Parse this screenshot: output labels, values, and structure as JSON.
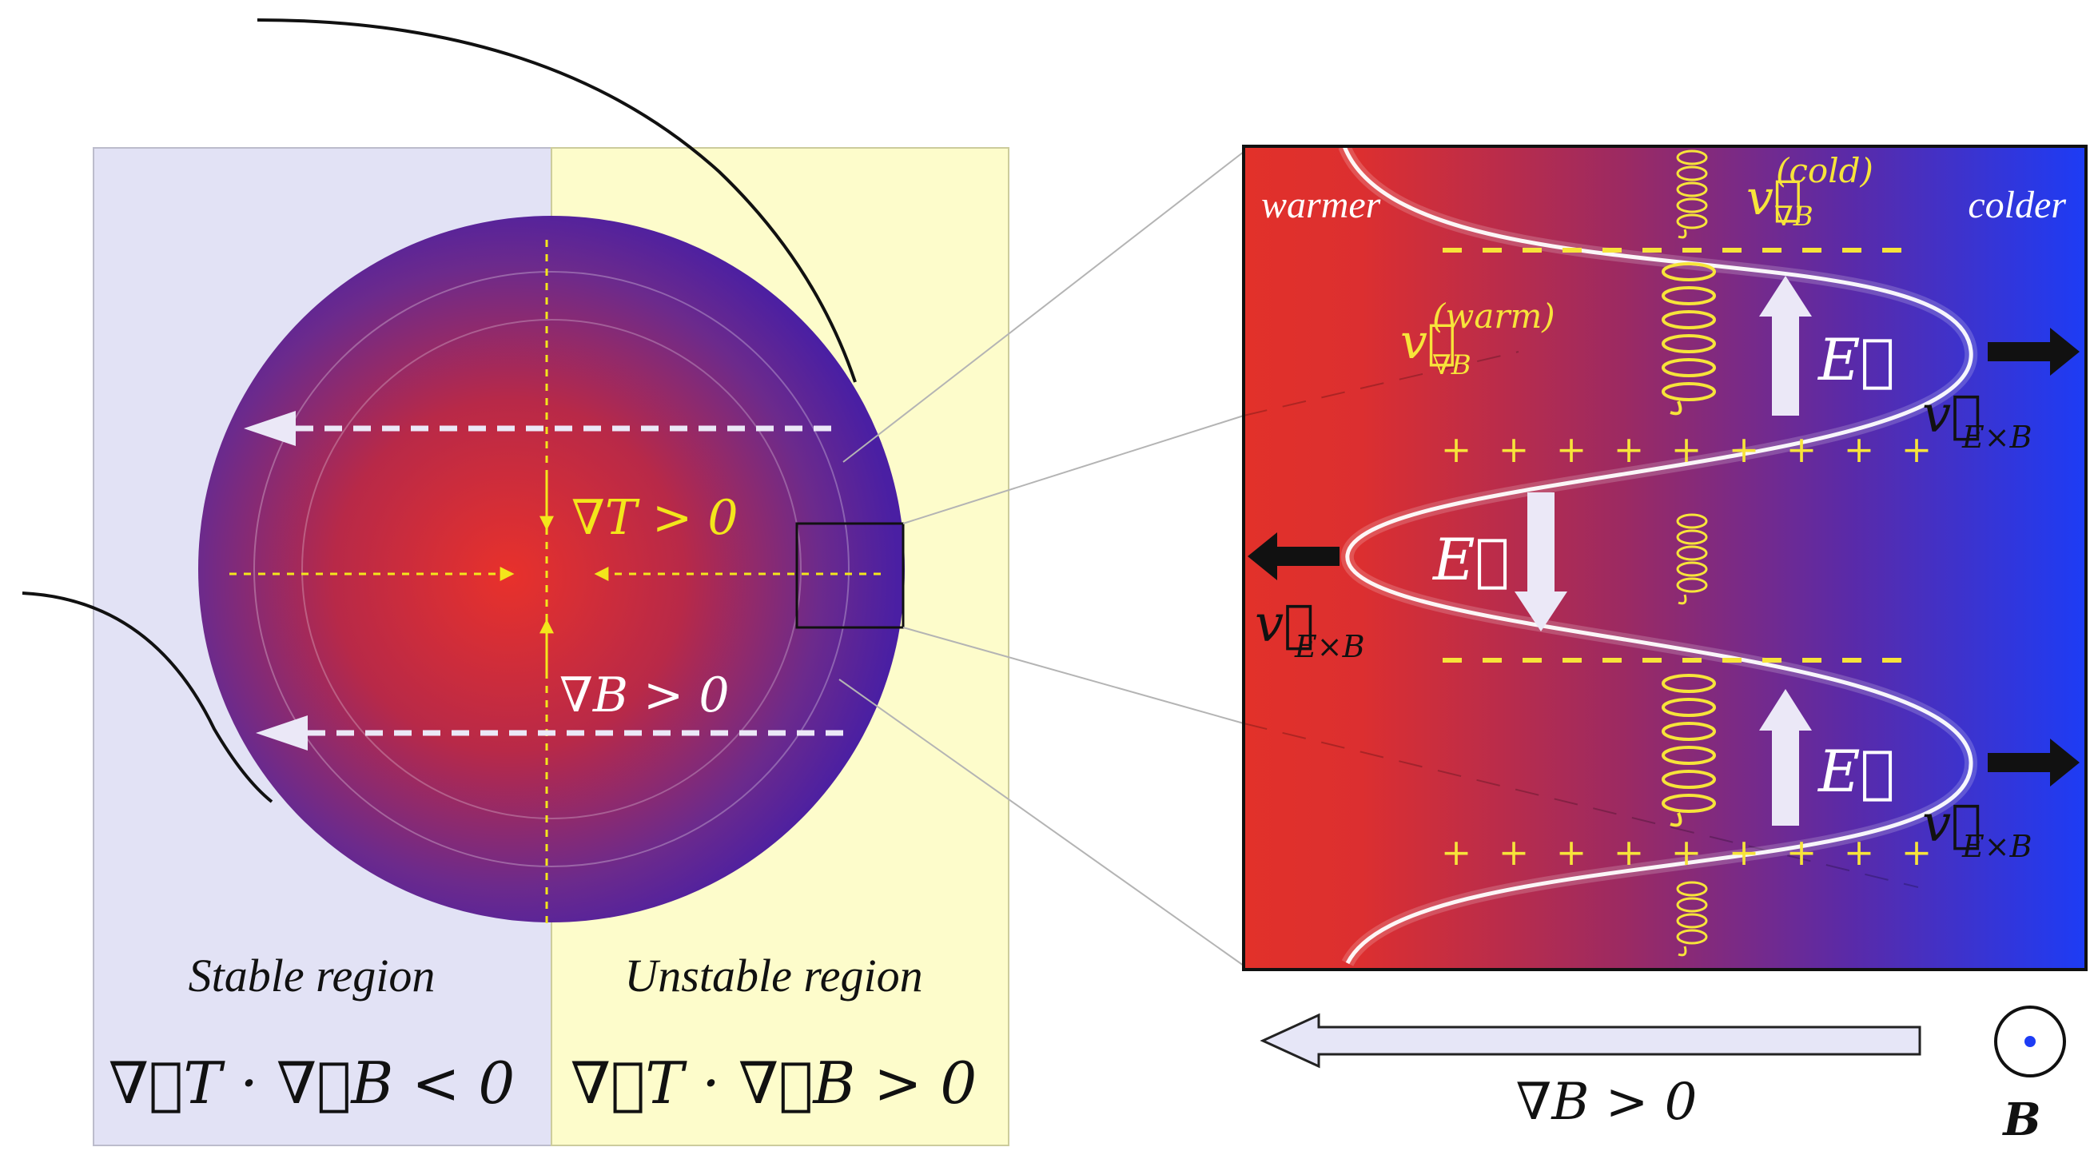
{
  "left_panel": {
    "stable_label": "Stable region",
    "unstable_label": "Unstable region",
    "stable_condition": "∇⃗T · ∇⃗B < 0",
    "unstable_condition": "∇⃗T · ∇⃗B > 0",
    "grad_t_label": "∇T > 0",
    "grad_b_label": "∇B > 0",
    "colors": {
      "stable_bg": "#e2e2f5",
      "unstable_bg": "#fdfccb",
      "core": "#e8312b",
      "edge": "#4a1fa3",
      "guide": "#f3e61b"
    }
  },
  "right_panel": {
    "warmer_label": "warmer",
    "colder_label": "colder",
    "e_field": "E⃗",
    "v_exb": "v⃗",
    "v_exb_sub": "E×B",
    "v_gradb": "v⃗",
    "v_gradb_sub": "∇B",
    "cold_sup": "(cold)",
    "warm_sup": "(warm)",
    "plus_sign": "+",
    "grad_b_label": "∇B > 0",
    "b_label": "B",
    "colors": {
      "warm": "#e2312a",
      "cold": "#1d3cf5",
      "charge": "#f7e43a"
    }
  }
}
